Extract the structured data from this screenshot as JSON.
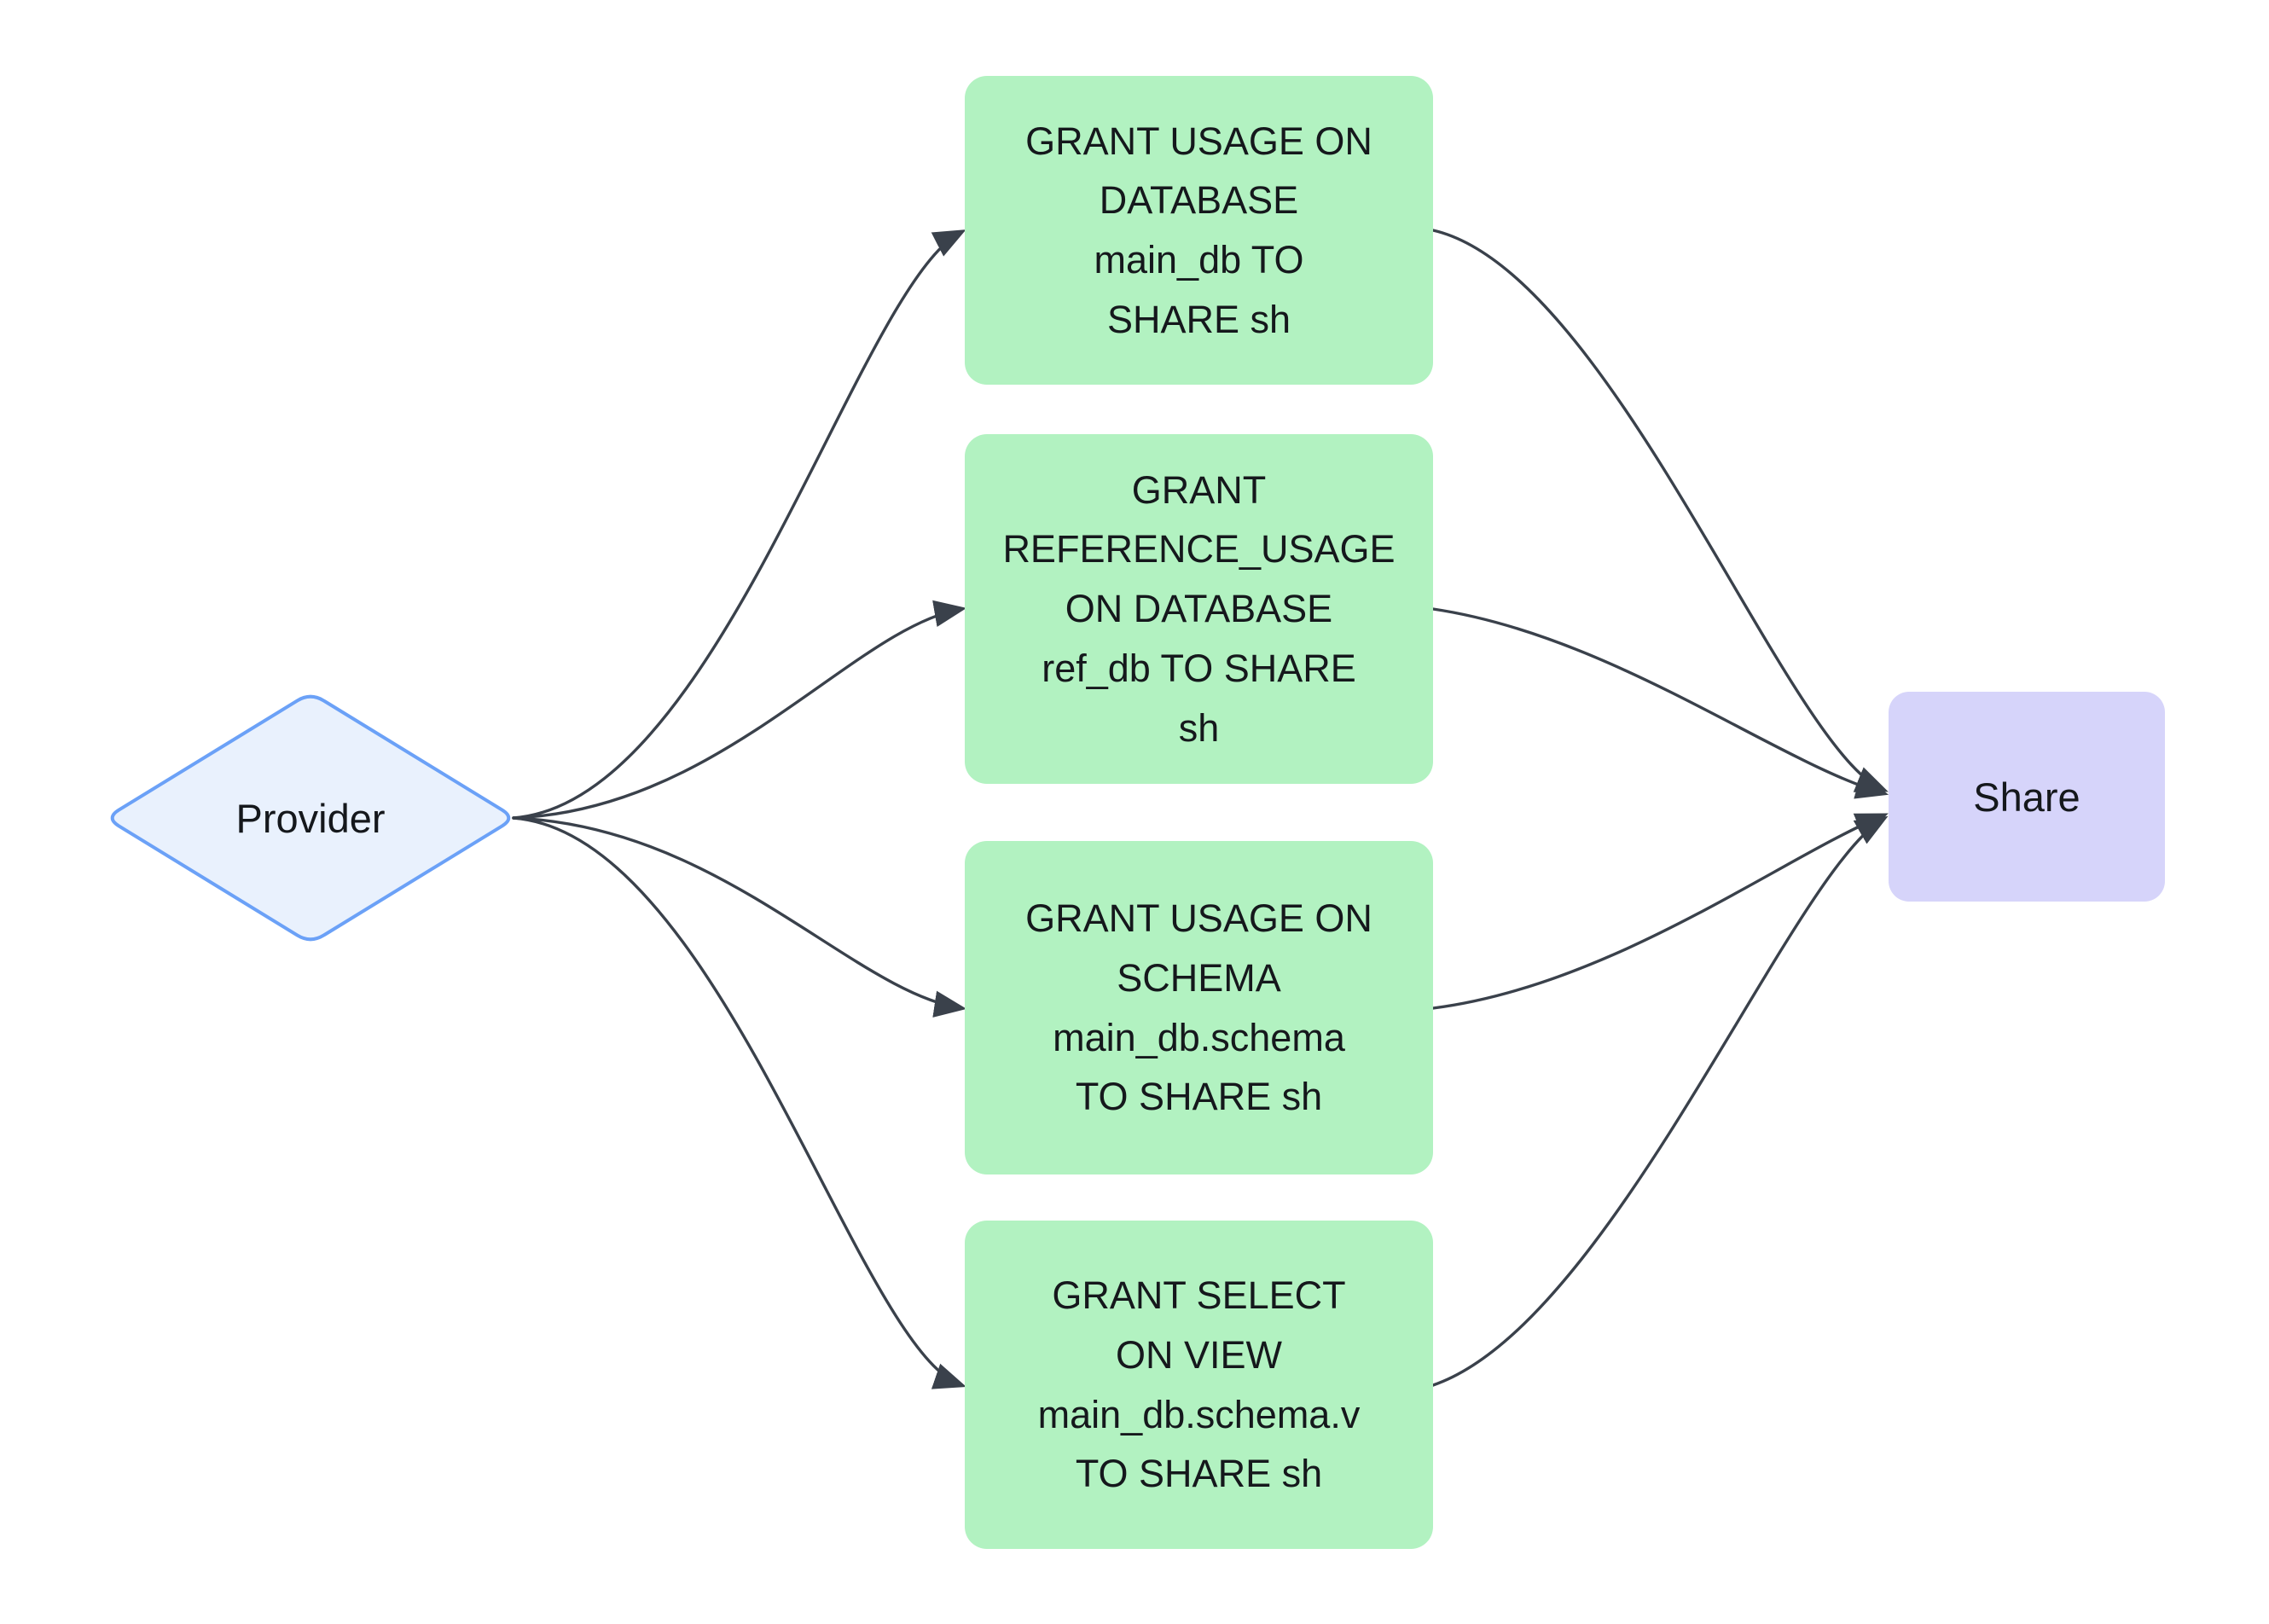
{
  "diagram": {
    "type": "flowchart",
    "direction": "left-to-right",
    "background": "#ffffff",
    "nodes": {
      "provider": {
        "label": "Provider",
        "shape": "diamond",
        "fill": "#e9f1fd",
        "border": "#6ba1f7"
      },
      "grants": [
        {
          "text": "GRANT USAGE ON\nDATABASE\nmain_db TO\nSHARE sh"
        },
        {
          "text": "GRANT\nREFERENCE_USAGE\nON DATABASE\nref_db TO SHARE\nsh"
        },
        {
          "text": "GRANT USAGE ON\nSCHEMA\nmain_db.schema\nTO SHARE sh"
        },
        {
          "text": "GRANT SELECT\nON VIEW\nmain_db.schema.v\nTO SHARE sh"
        }
      ],
      "grant_fill": "#b2f2c1",
      "share": {
        "label": "Share",
        "shape": "rounded-rect",
        "fill": "#d6d4fa"
      }
    },
    "edges": {
      "color": "#3a414b",
      "connections": [
        {
          "from": "Provider",
          "to": "GRANT USAGE ON DATABASE main_db TO SHARE sh"
        },
        {
          "from": "Provider",
          "to": "GRANT REFERENCE_USAGE ON DATABASE ref_db TO SHARE sh"
        },
        {
          "from": "Provider",
          "to": "GRANT USAGE ON SCHEMA main_db.schema TO SHARE sh"
        },
        {
          "from": "Provider",
          "to": "GRANT SELECT ON VIEW main_db.schema.v TO SHARE sh"
        },
        {
          "from": "GRANT USAGE ON DATABASE main_db TO SHARE sh",
          "to": "Share"
        },
        {
          "from": "GRANT REFERENCE_USAGE ON DATABASE ref_db TO SHARE sh",
          "to": "Share"
        },
        {
          "from": "GRANT USAGE ON SCHEMA main_db.schema TO SHARE sh",
          "to": "Share"
        },
        {
          "from": "GRANT SELECT ON VIEW main_db.schema.v TO SHARE sh",
          "to": "Share"
        }
      ]
    }
  }
}
